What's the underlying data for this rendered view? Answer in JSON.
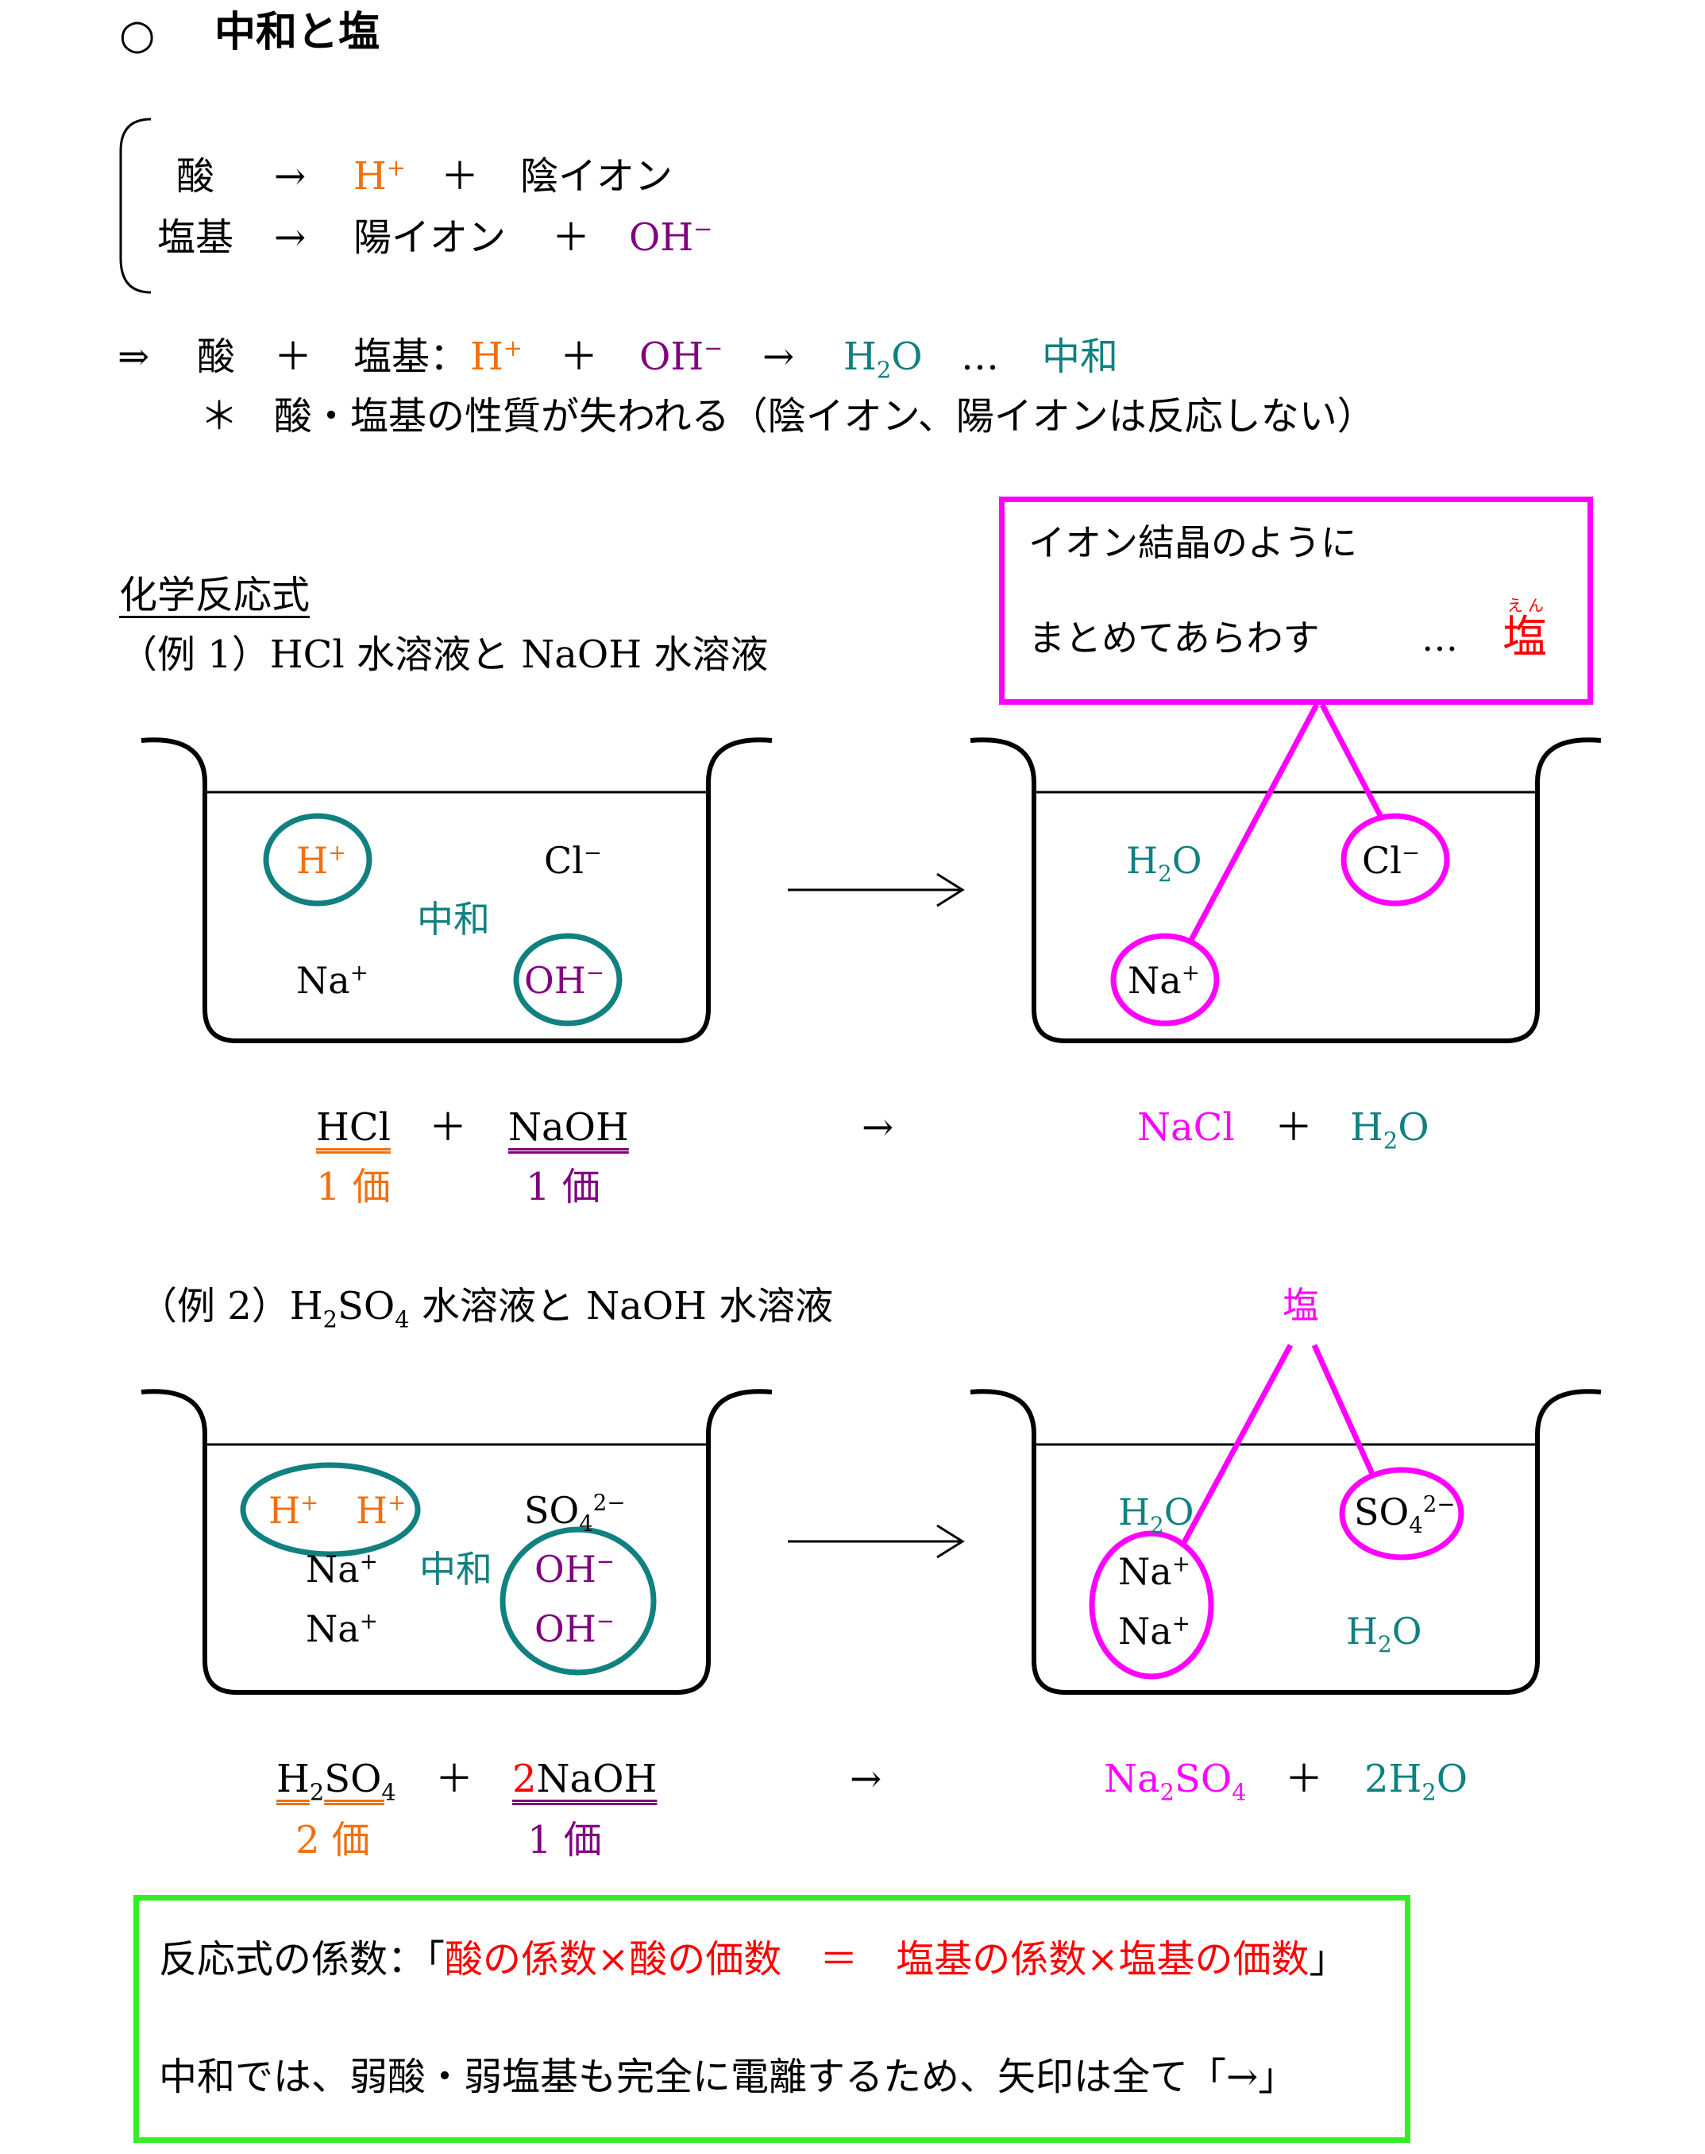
{
  "title": {
    "marker": "○",
    "text": "中和と塩"
  },
  "definitions": {
    "acid": {
      "name": "酸",
      "arrow": "→",
      "ion": "H",
      "ion_sup": "+",
      "plus": "＋",
      "product": "陰イオン"
    },
    "base": {
      "name": "塩基",
      "arrow": "→",
      "product": "陽イオン",
      "plus": "＋",
      "ion": "OH",
      "ion_sup": "−"
    }
  },
  "neutralization": {
    "implies": "⇒",
    "acid": "酸",
    "plus1": "＋",
    "base": "塩基：",
    "h": "H",
    "h_sup": "+",
    "plus2": "＋",
    "oh": "OH",
    "oh_sup": "−",
    "arrow": "→",
    "water_h": "H",
    "water_sub": "2",
    "water_o": "O",
    "dots": "…",
    "label": "中和"
  },
  "note": {
    "star": "＊",
    "text": "酸・塩基の性質が失われる（陰イオン、陽イオンは反応しない）"
  },
  "section_heading": "化学反応式",
  "salt_box": {
    "line1": "イオン結晶のように",
    "line2": "まとめてあらわす",
    "dots": "…",
    "ruby": "えん",
    "salt": "塩"
  },
  "example1": {
    "label": "（例 1）HCl 水溶液と NaOH 水溶液",
    "left_beaker": {
      "h": "H",
      "h_sup": "+",
      "cl": "Cl",
      "cl_sup": "−",
      "neutral": "中和",
      "na": "Na",
      "na_sup": "+",
      "oh": "OH",
      "oh_sup": "−"
    },
    "arrow": "→",
    "right_beaker": {
      "water_h": "H",
      "water_sub": "2",
      "water_o": "O",
      "cl": "Cl",
      "cl_sup": "−",
      "na": "Na",
      "na_sup": "+"
    },
    "equation": {
      "acid": "HCl",
      "plus": "＋",
      "base": "NaOH",
      "arrow": "→",
      "salt": "NaCl",
      "plus2": "＋",
      "water_h": "H",
      "water_sub": "2",
      "water_o": "O"
    },
    "valence": {
      "acid": "1 価",
      "base": "1 価"
    }
  },
  "example2": {
    "label_prefix": "（例 2）H",
    "label_sub2": "2",
    "label_so": "SO",
    "label_sub4": "4",
    "label_rest": "水溶液と NaOH 水溶液",
    "salt_label": "塩",
    "left_beaker": {
      "h": "H",
      "h_sup": "+",
      "so": "SO",
      "so_sub": "4",
      "so_sup": "2−",
      "na": "Na",
      "na_sup": "+",
      "neutral": "中和",
      "oh": "OH",
      "oh_sup": "−"
    },
    "arrow": "→",
    "right_beaker": {
      "water_h": "H",
      "water_sub": "2",
      "water_o": "O",
      "so": "SO",
      "so_sub": "4",
      "so_sup": "2−",
      "na": "Na",
      "na_sup": "+"
    },
    "equation": {
      "acid_h": "H",
      "acid_sub2": "2",
      "acid_so": "SO",
      "acid_sub4": "4",
      "plus": "＋",
      "coef": "2",
      "base": "NaOH",
      "arrow": "→",
      "salt_na": "Na",
      "salt_sub2": "2",
      "salt_so": "SO",
      "salt_sub4": "4",
      "plus2": "＋",
      "water_coef_h": "2H",
      "water_sub": "2",
      "water_o": "O"
    },
    "valence": {
      "acid": "2 価",
      "base": "1 価"
    }
  },
  "summary": {
    "rule_prefix": "反応式の係数：「",
    "rule_body": "酸の係数×酸の価数　＝　塩基の係数×塩基の価数",
    "rule_suffix": "」",
    "note": "中和では、弱酸・弱塩基も完全に電離するため、矢印は全て「→」"
  },
  "colors": {
    "orange": "#f07010",
    "purple": "#800080",
    "teal": "#108080",
    "magenta": "#ff00ff",
    "red": "#ff0000",
    "green": "#33ee22"
  }
}
